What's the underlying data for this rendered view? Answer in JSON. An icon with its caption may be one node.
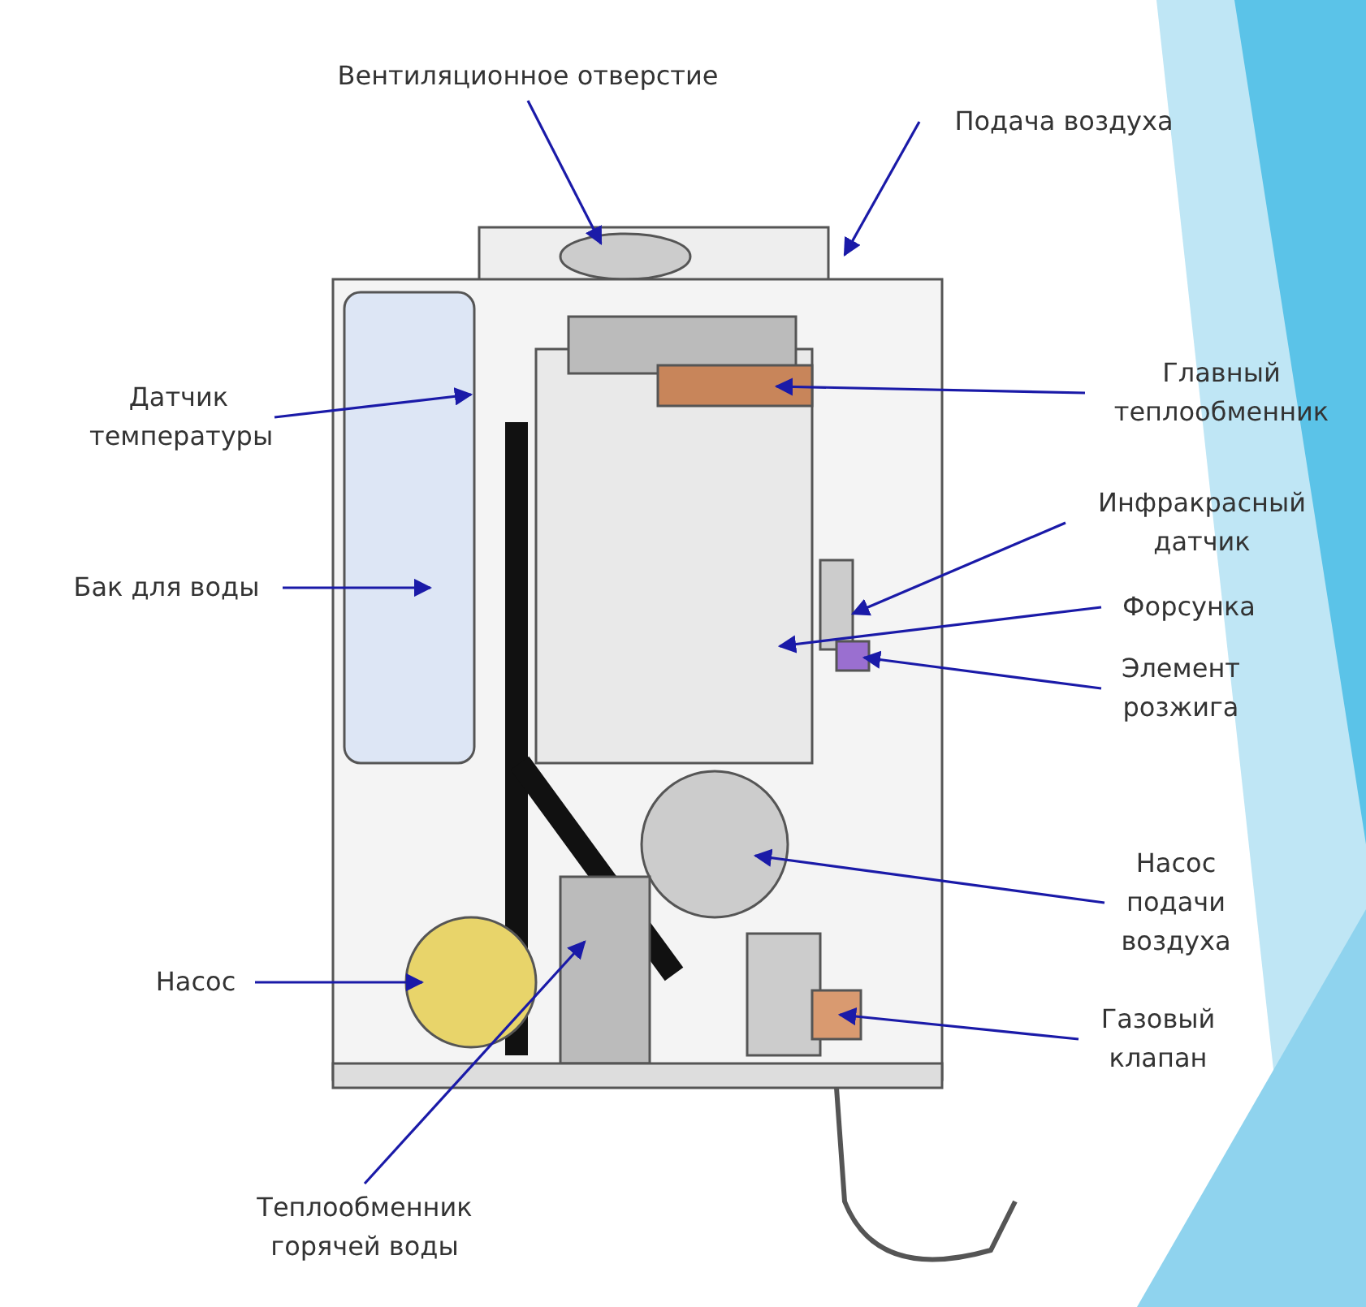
{
  "diagram": {
    "nodes": [
      {
        "text": [
          "Вентиляционное отверстие"
        ]
      },
      {
        "text": [
          "Подача воздуха"
        ]
      },
      {
        "text": [
          "Датчик температуры"
        ]
      },
      {
        "text": [
          "Главный теплообменник"
        ]
      },
      {
        "text": [
          "Инфракрасный датчик"
        ]
      },
      {
        "text": [
          "Бак для воды"
        ]
      },
      {
        "text": [
          "Форсунка"
        ]
      },
      {
        "text": [
          "Элемент розжига"
        ]
      },
      {
        "text": [
          "Насос подачи воздуха"
        ]
      },
      {
        "text": [
          "Насос"
        ]
      },
      {
        "text": [
          "Газовый клапан"
        ]
      },
      {
        "text": [
          "Теплообменник горячей воды"
        ]
      }
    ],
    "edges": [
      {
        "from": 0,
        "to": null,
        "arrow": "to"
      },
      {
        "from": 1,
        "to": null,
        "arrow": "to"
      },
      {
        "from": 2,
        "to": null,
        "arrow": "to"
      },
      {
        "from": 3,
        "to": null,
        "arrow": "to"
      },
      {
        "from": 4,
        "to": null,
        "arrow": "to"
      },
      {
        "from": 5,
        "to": null,
        "arrow": "to"
      },
      {
        "from": 6,
        "to": null,
        "arrow": "to"
      },
      {
        "from": 7,
        "to": null,
        "arrow": "to"
      },
      {
        "from": 8,
        "to": null,
        "arrow": "to"
      },
      {
        "from": 9,
        "to": null,
        "arrow": "to"
      },
      {
        "from": 10,
        "to": null,
        "arrow": "to"
      },
      {
        "from": 11,
        "to": null,
        "arrow": "to"
      }
    ]
  }
}
